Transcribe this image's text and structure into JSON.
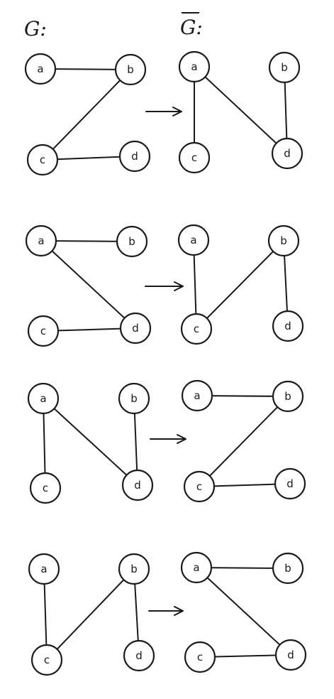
{
  "headers": {
    "left": "G:",
    "right": "G:"
  },
  "rows": [
    {
      "left": {
        "nodes": [
          "a",
          "b",
          "c",
          "d"
        ],
        "edges": [
          [
            "a",
            "b"
          ],
          [
            "b",
            "c"
          ],
          [
            "c",
            "d"
          ]
        ]
      },
      "right": {
        "nodes": [
          "a",
          "b",
          "c",
          "d"
        ],
        "edges": [
          [
            "a",
            "c"
          ],
          [
            "a",
            "d"
          ],
          [
            "b",
            "d"
          ]
        ]
      }
    },
    {
      "left": {
        "nodes": [
          "a",
          "b",
          "c",
          "d"
        ],
        "edges": [
          [
            "a",
            "b"
          ],
          [
            "a",
            "d"
          ],
          [
            "c",
            "d"
          ]
        ]
      },
      "right": {
        "nodes": [
          "a",
          "b",
          "c",
          "d"
        ],
        "edges": [
          [
            "a",
            "c"
          ],
          [
            "b",
            "c"
          ],
          [
            "b",
            "d"
          ]
        ]
      }
    },
    {
      "left": {
        "nodes": [
          "a",
          "b",
          "c",
          "d"
        ],
        "edges": [
          [
            "a",
            "c"
          ],
          [
            "a",
            "d"
          ],
          [
            "b",
            "d"
          ]
        ]
      },
      "right": {
        "nodes": [
          "a",
          "b",
          "c",
          "d"
        ],
        "edges": [
          [
            "a",
            "b"
          ],
          [
            "b",
            "c"
          ],
          [
            "c",
            "d"
          ]
        ]
      }
    },
    {
      "left": {
        "nodes": [
          "a",
          "b",
          "c",
          "d"
        ],
        "edges": [
          [
            "a",
            "c"
          ],
          [
            "b",
            "c"
          ],
          [
            "b",
            "d"
          ]
        ]
      },
      "right": {
        "nodes": [
          "a",
          "b",
          "c",
          "d"
        ],
        "edges": [
          [
            "a",
            "b"
          ],
          [
            "a",
            "d"
          ],
          [
            "c",
            "d"
          ]
        ]
      }
    }
  ]
}
